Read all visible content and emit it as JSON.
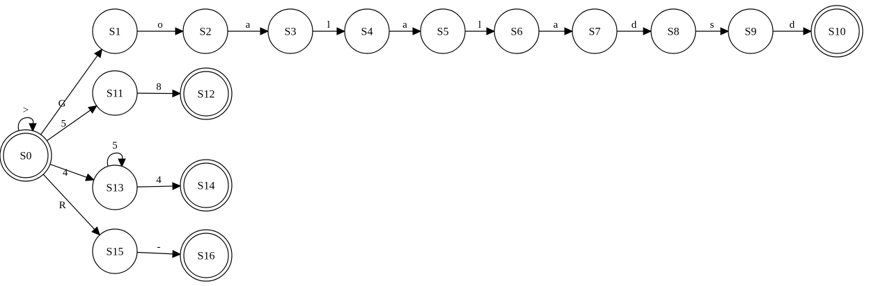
{
  "states": [
    {
      "id": "S0",
      "label": "S0",
      "accepting": true
    },
    {
      "id": "S1",
      "label": "S1",
      "accepting": false
    },
    {
      "id": "S2",
      "label": "S2",
      "accepting": false
    },
    {
      "id": "S3",
      "label": "S3",
      "accepting": false
    },
    {
      "id": "S4",
      "label": "S4",
      "accepting": false
    },
    {
      "id": "S5",
      "label": "S5",
      "accepting": false
    },
    {
      "id": "S6",
      "label": "S6",
      "accepting": false
    },
    {
      "id": "S7",
      "label": "S7",
      "accepting": false
    },
    {
      "id": "S8",
      "label": "S8",
      "accepting": false
    },
    {
      "id": "S9",
      "label": "S9",
      "accepting": false
    },
    {
      "id": "S10",
      "label": "S10",
      "accepting": true
    },
    {
      "id": "S11",
      "label": "S11",
      "accepting": false
    },
    {
      "id": "S12",
      "label": "S12",
      "accepting": true
    },
    {
      "id": "S13",
      "label": "S13",
      "accepting": false
    },
    {
      "id": "S14",
      "label": "S14",
      "accepting": true
    },
    {
      "id": "S15",
      "label": "S15",
      "accepting": false
    },
    {
      "id": "S16",
      "label": "S16",
      "accepting": true
    }
  ],
  "transitions": [
    {
      "from": "S0",
      "to": "S0",
      "label": ">"
    },
    {
      "from": "S0",
      "to": "S1",
      "label": "G"
    },
    {
      "from": "S1",
      "to": "S2",
      "label": "o"
    },
    {
      "from": "S2",
      "to": "S3",
      "label": "a"
    },
    {
      "from": "S3",
      "to": "S4",
      "label": "l"
    },
    {
      "from": "S4",
      "to": "S5",
      "label": "a"
    },
    {
      "from": "S5",
      "to": "S6",
      "label": "l"
    },
    {
      "from": "S6",
      "to": "S7",
      "label": "a"
    },
    {
      "from": "S7",
      "to": "S8",
      "label": "d"
    },
    {
      "from": "S8",
      "to": "S9",
      "label": "s"
    },
    {
      "from": "S9",
      "to": "S10",
      "label": "d"
    },
    {
      "from": "S0",
      "to": "S11",
      "label": "5"
    },
    {
      "from": "S11",
      "to": "S12",
      "label": "8"
    },
    {
      "from": "S0",
      "to": "S13",
      "label": "4"
    },
    {
      "from": "S13",
      "to": "S13",
      "label": "5"
    },
    {
      "from": "S13",
      "to": "S14",
      "label": "4"
    },
    {
      "from": "S0",
      "to": "S15",
      "label": "R"
    },
    {
      "from": "S15",
      "to": "S16",
      "label": "-"
    }
  ],
  "colors": {
    "background": "#ffffff",
    "stroke": "#000000",
    "start_loop_label": "#555555"
  }
}
